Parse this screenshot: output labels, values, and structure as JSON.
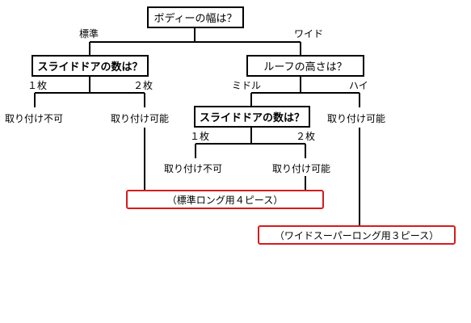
{
  "questions": {
    "body_width": "ボディーの幅は？",
    "slide_door_left": "スライドドアの数は？",
    "roof_height": "ルーフの高さは？",
    "slide_door_mid": "スライドドアの数は？"
  },
  "branches": {
    "standard": "標準",
    "wide": "ワイド",
    "one_left": "１枚",
    "two_left": "２枚",
    "middle": "ミドル",
    "high": "ハイ",
    "one_mid": "１枚",
    "two_mid": "２枚"
  },
  "answers": {
    "cannot_left": "取り付け不可",
    "can_left": "取り付け可能",
    "can_high": "取り付け可能",
    "cannot_mid": "取り付け不可",
    "can_mid": "取り付け可能"
  },
  "results": {
    "standard_long": "（標準ロング用４ピース）",
    "wide_super_long": "（ワイドスーパーロング用３ピース）"
  },
  "colors": {
    "line": "#000000",
    "result_border": "#d61c1c"
  }
}
